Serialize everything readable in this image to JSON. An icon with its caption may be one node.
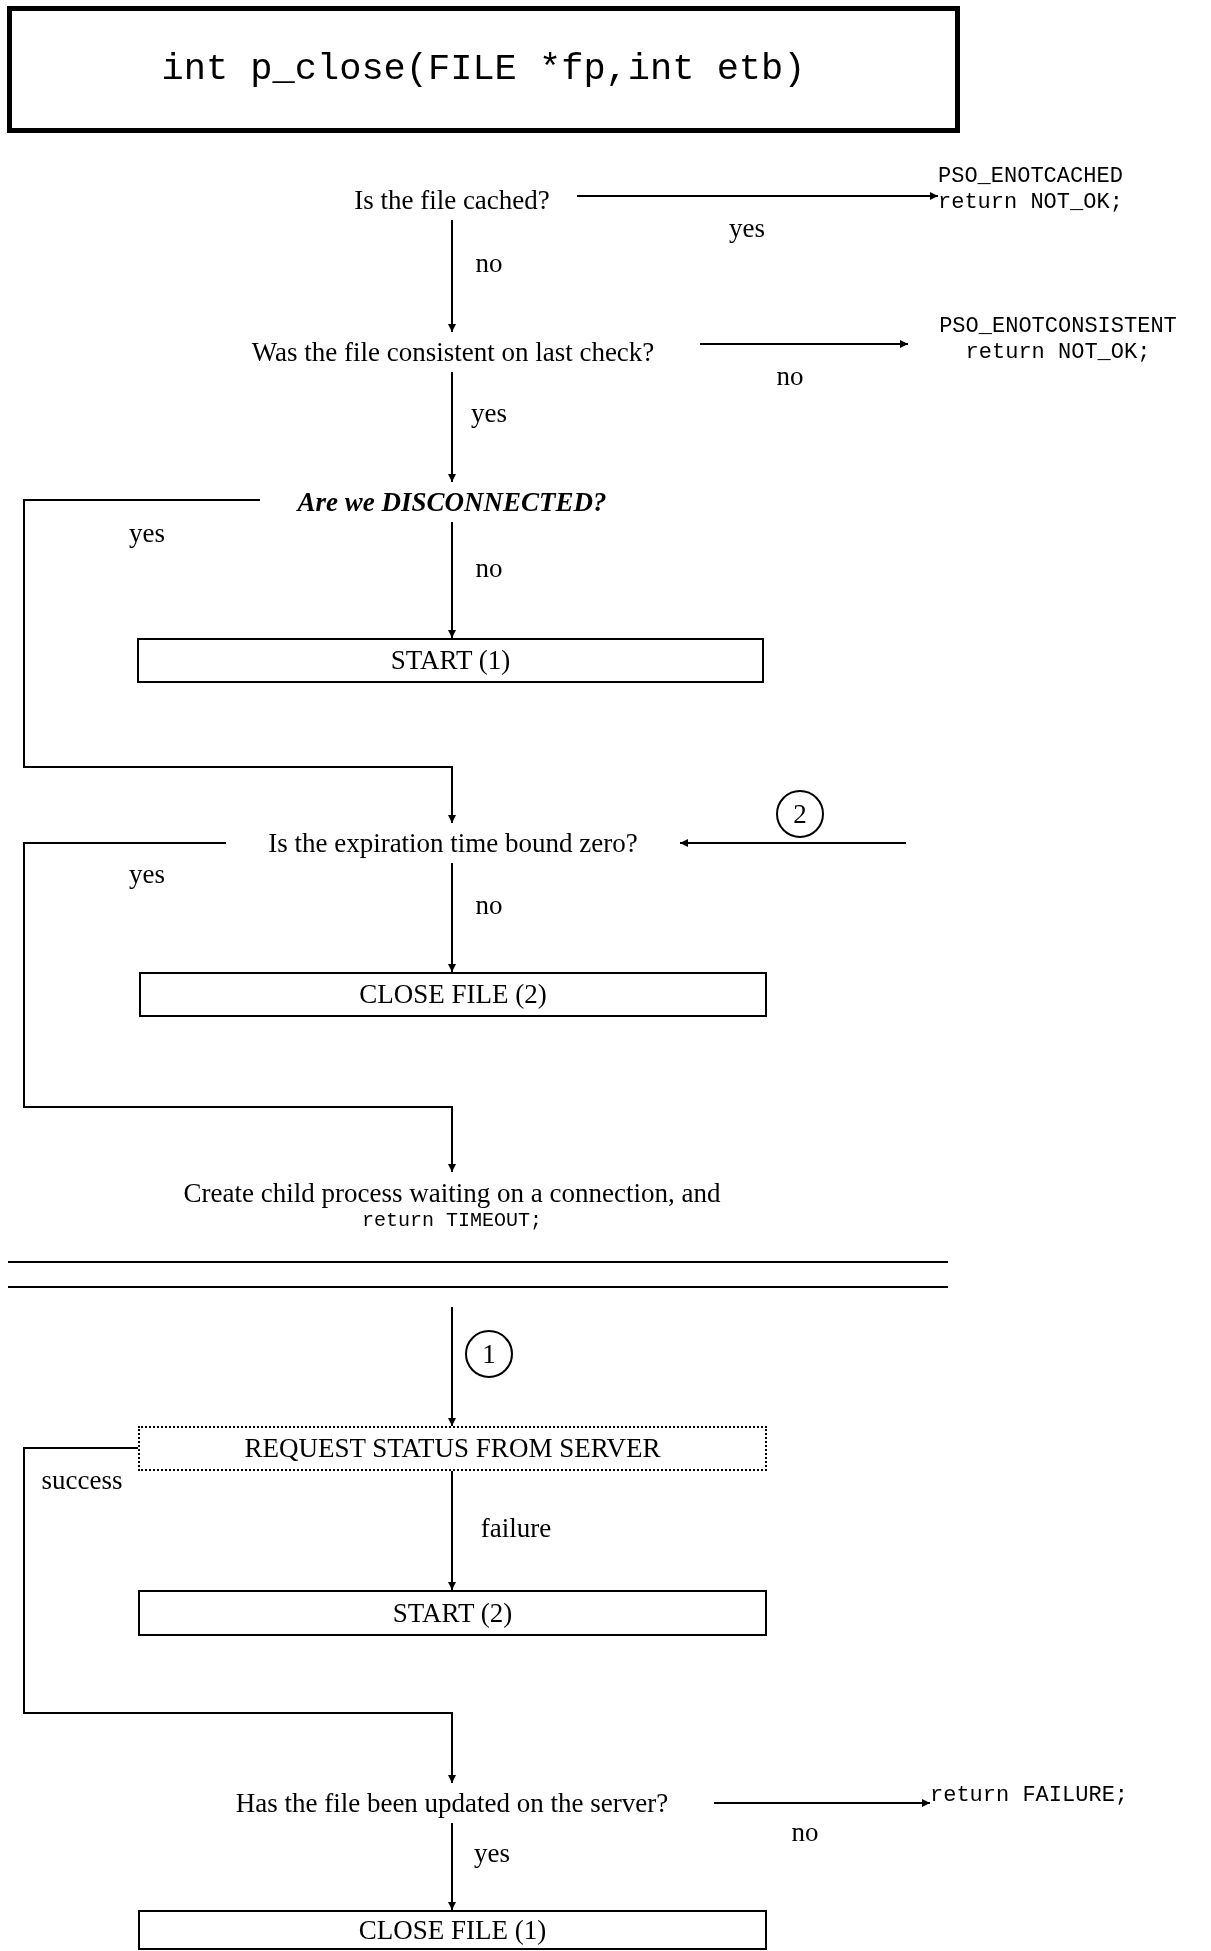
{
  "diagram": {
    "nodes": [
      {
        "text": [
          "int p_close(FILE *fp,int etb)"
        ]
      },
      {
        "text": [
          "Is the file cached?"
        ]
      },
      {
        "text": [
          "PSO_ENOTCACHED",
          "return NOT_OK;"
        ]
      },
      {
        "text": [
          "Was the file consistent on last check?"
        ]
      },
      {
        "text": [
          "PSO_ENOTCONSISTENT",
          "return NOT_OK;"
        ]
      },
      {
        "text": [
          "Are we DISCONNECTED?"
        ]
      },
      {
        "text": [
          "START (1)"
        ]
      },
      {
        "text": [
          "Is the expiration time bound zero?"
        ]
      },
      {
        "text": [
          "2"
        ]
      },
      {
        "text": [
          "CLOSE FILE (2)"
        ]
      },
      {
        "text": [
          "Create child process waiting on a connection, and",
          "return TIMEOUT;"
        ]
      },
      {
        "text": [
          "1"
        ]
      },
      {
        "text": [
          "REQUEST STATUS FROM SERVER"
        ]
      },
      {
        "text": [
          "START (2)"
        ]
      },
      {
        "text": [
          "Has the file been updated on the server?"
        ]
      },
      {
        "text": [
          "return FAILURE;"
        ]
      },
      {
        "text": [
          "CLOSE FILE (1)"
        ]
      }
    ],
    "edges": [
      {
        "from": 1,
        "to": 2,
        "label": "yes",
        "arrow": "to"
      },
      {
        "from": 1,
        "to": 3,
        "label": "no",
        "arrow": "to"
      },
      {
        "from": 3,
        "to": 4,
        "label": "no",
        "arrow": "to"
      },
      {
        "from": 3,
        "to": 5,
        "label": "yes",
        "arrow": "to"
      },
      {
        "from": 5,
        "to": 7,
        "label": "yes",
        "arrow": "to"
      },
      {
        "from": 5,
        "to": 6,
        "label": "no",
        "arrow": "to"
      },
      {
        "from": null,
        "to": 7,
        "arrow": "to"
      },
      {
        "from": 7,
        "to": 10,
        "label": "yes",
        "arrow": "to"
      },
      {
        "from": 7,
        "to": 9,
        "label": "no",
        "arrow": "to"
      },
      {
        "from": null,
        "to": 12,
        "arrow": "to"
      },
      {
        "from": 12,
        "to": 14,
        "label": "success",
        "arrow": "to"
      },
      {
        "from": 12,
        "to": 13,
        "label": "failure",
        "arrow": "to"
      },
      {
        "from": 14,
        "to": 15,
        "label": "no",
        "arrow": "to"
      },
      {
        "from": 14,
        "to": 16,
        "label": "yes",
        "arrow": "to"
      }
    ]
  }
}
